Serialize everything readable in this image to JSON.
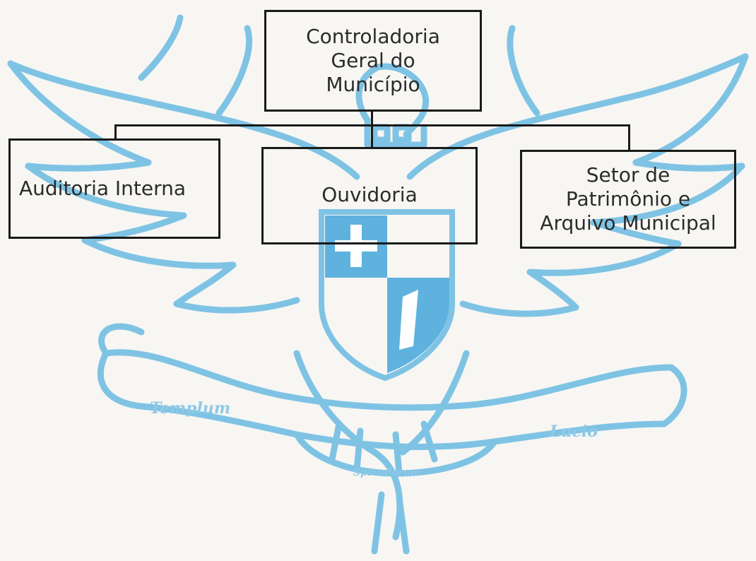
{
  "org_chart": {
    "root": {
      "label": "Controladoria\nGeral do\nMunicípio"
    },
    "children": [
      {
        "label": "Auditoria Interna"
      },
      {
        "label": "Ouvidoria"
      },
      {
        "label": "Setor de\nPatrimônio e\nArquivo Municipal"
      }
    ]
  },
  "emblem": {
    "motto_left": "Templum",
    "motto_center": "Splendorum",
    "motto_right": "Lucio",
    "color": "#7fc3e4"
  }
}
